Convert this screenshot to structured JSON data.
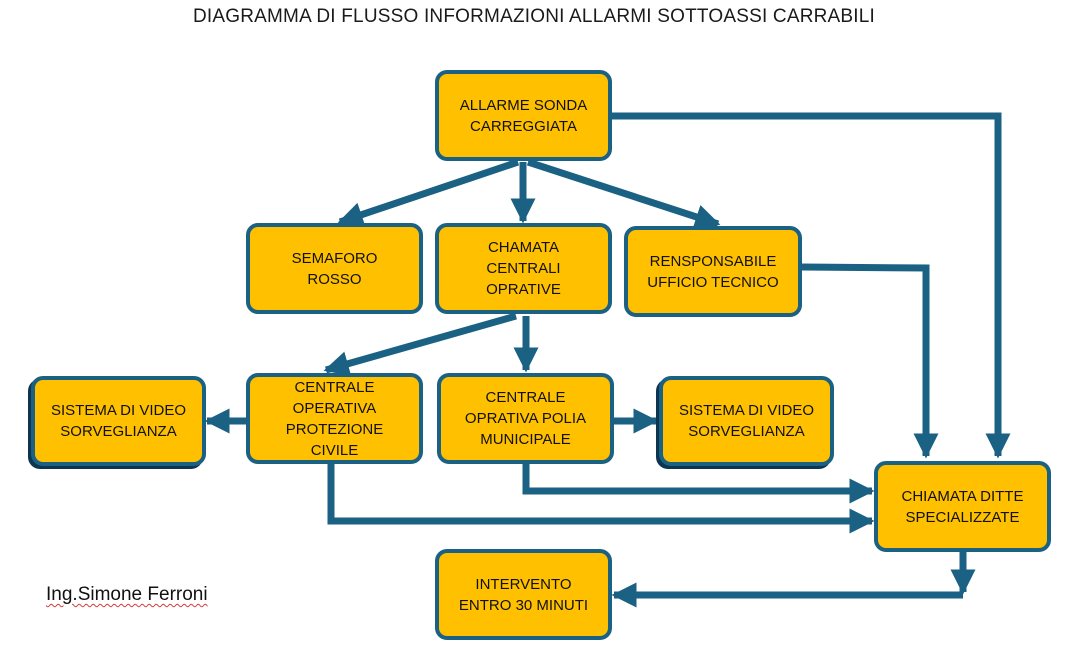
{
  "title": "DIAGRAMMA DI FLUSSO INFORMAZIONI ALLARMI SOTTOASSI CARRABILI",
  "colors": {
    "box_fill": "#ffc000",
    "box_border": "#1b6183",
    "arrow": "#1b6183"
  },
  "nodes": {
    "allarme": "ALLARME SONDA\nCARREGGIATA",
    "semaforo": "SEMAFORO\nROSSO",
    "chiamata_centrali": "CHAMATA\nCENTRALI\nOPRATIVE",
    "responsabile": "RENSPONSABILE\nUFFICIO TECNICO",
    "video_left": "SISTEMA DI VIDEO\nSORVEGLIANZA",
    "protezione_civile": "CENTRALE\nOPERATIVA\nPROTEZIONE\nCIVILE",
    "polizia_municipale": "CENTRALE\nOPRATIVA POLIA\nMUNICIPALE",
    "video_right": "SISTEMA DI VIDEO\nSORVEGLIANZA",
    "ditte": "CHIAMATA DITTE\nSPECIALIZZATE",
    "intervento": "INTERVENTO\nENTRO 30 MINUTI"
  },
  "author": "Ing.Simone Ferroni"
}
